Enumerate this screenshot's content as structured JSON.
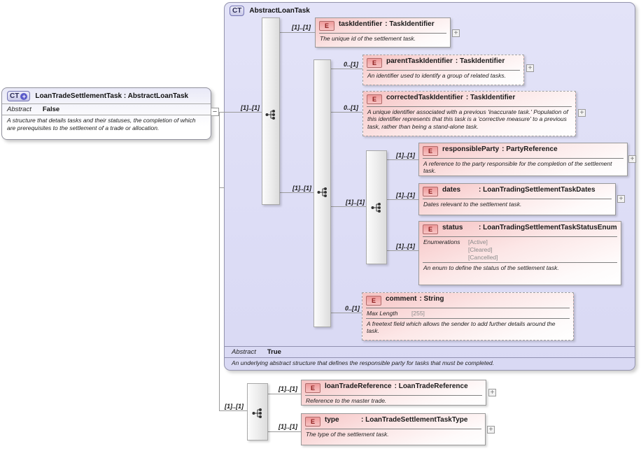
{
  "badges": {
    "element": "E",
    "expand": "+",
    "collapse": "−",
    "complex_type": "CT",
    "plus_circle": "+"
  },
  "root": {
    "title": "LoanTradeSettlementTask : AbstractLoanTask",
    "abstract_label": "Abstract",
    "abstract_value": "False",
    "description": "A structure that details tasks and their statuses, the completion of which are prerequisites to the settlement of a trade or allocation."
  },
  "abstract_box": {
    "title": "AbstractLoanTask",
    "abstract_label": "Abstract",
    "abstract_value": "True",
    "description": "An underlying abstract structure that defines the responsible party for tasks that must be completed."
  },
  "labels": {
    "enumerations": "Enumerations",
    "max_length": "Max Length"
  },
  "cardinality": {
    "root_seq": "[1]..[1]",
    "seq1_task": "[1]..[1]",
    "seq1_seq2": "[1]..[1]",
    "seq2_parent": "0..[1]",
    "seq2_corrected": "0..[1]",
    "seq2_seq3": "[1]..[1]",
    "seq2_comment": "0..[1]",
    "seq3_responsible": "[1]..[1]",
    "seq3_dates": "[1]..[1]",
    "seq3_status": "[1]..[1]",
    "own_seq": "[1]..[1]",
    "seq4_reference": "[1]..[1]",
    "seq4_type": "[1]..[1]"
  },
  "elements": {
    "taskIdentifier": {
      "name": "taskIdentifier",
      "type": ": TaskIdentifier",
      "description": "The unique id of the settlement task."
    },
    "parentTaskIdentifier": {
      "name": "parentTaskIdentifier",
      "type": ": TaskIdentifier",
      "description": "An identifier used to identify a group of related tasks."
    },
    "correctedTaskIdentifier": {
      "name": "correctedTaskIdentifier",
      "type": ": TaskIdentifier",
      "description": "A unique identifier associated with a previous 'inaccurate task.' Population of this identifier represents that this task is a 'corrective measure' to a previous task, rather than being a stand-alone task."
    },
    "responsibleParty": {
      "name": "responsibleParty",
      "type": ": PartyReference",
      "description": "A reference to the party responsible for the completion of the settlement task."
    },
    "dates": {
      "name": "dates",
      "type": ": LoanTradingSettlementTaskDates",
      "description": "Dates relevant to the settlement task."
    },
    "status": {
      "name": "status",
      "type": ": LoanTradingSettlementTaskStatusEnum",
      "enumerations": [
        "[Active]",
        "[Cleared]",
        "[Cancelled]"
      ],
      "description": "An enum to define the status of the settlement task."
    },
    "comment": {
      "name": "comment",
      "type": ": String",
      "max_length": "[255]",
      "description": "A freetext field which allows the sender to add further details around the task."
    },
    "loanTradeReference": {
      "name": "loanTradeReference",
      "type": ": LoanTradeReference",
      "description": "Reference to the master trade."
    },
    "type": {
      "name": "type",
      "type": ": LoanTradeSettlementTaskType",
      "description": "The type of the settlement task."
    }
  }
}
